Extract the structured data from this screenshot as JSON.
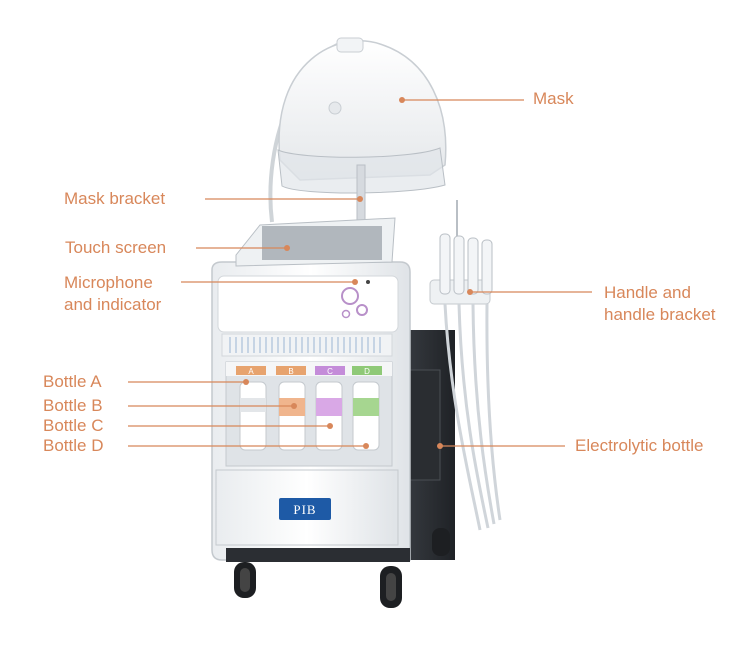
{
  "colors": {
    "accent": "#d8875a"
  },
  "labels": {
    "mask": "Mask",
    "mask_bracket": "Mask bracket",
    "touch_screen": "Touch screen",
    "microphone_line1": "Microphone",
    "microphone_line2": "and indicator",
    "handle_line1": "Handle and",
    "handle_line2": "handle bracket",
    "bottle_a": "Bottle A",
    "bottle_b": "Bottle B",
    "bottle_c": "Bottle C",
    "bottle_d": "Bottle D",
    "electrolytic_bottle": "Electrolytic bottle"
  },
  "device": {
    "brand_plate": "PIB",
    "bottle_caps": [
      "A",
      "B",
      "C",
      "D"
    ]
  }
}
